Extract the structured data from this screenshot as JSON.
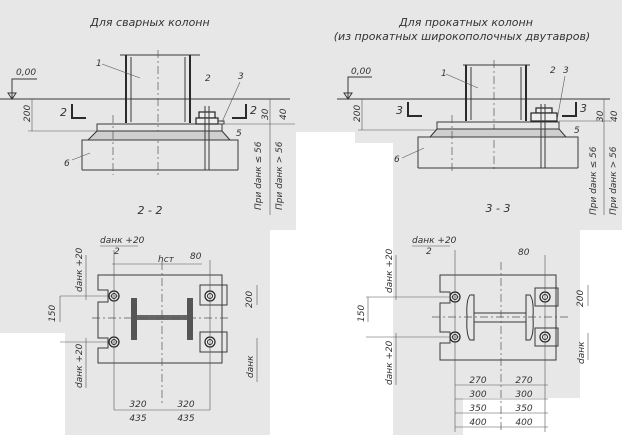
{
  "left": {
    "title": "Для сварных колонн",
    "section_label": "2 - 2",
    "elevation": "0,00",
    "dim_200": "200",
    "dim_30": "30",
    "dim_40": "40",
    "section_mark": "2",
    "note_le": "При dанк ≤ 56",
    "note_gt": "При dанк > 56",
    "callouts": [
      "1",
      "2",
      "3",
      "5",
      "6"
    ],
    "plan": {
      "d_half_num": "dанк +20",
      "d_half_den": "2",
      "hct": "hст",
      "dim_80": "80",
      "dim_200": "200",
      "dim_150": "150",
      "d20": "dанк +20",
      "d": "dанк",
      "dim_320": "320",
      "dim_435": "435"
    }
  },
  "right": {
    "title": "Для прокатных колонн",
    "subtitle": "(из прокатных широкополочных двутавров)",
    "section_label": "3 - 3",
    "elevation": "0,00",
    "dim_200": "200",
    "dim_30": "30",
    "dim_40": "40",
    "section_mark": "3",
    "note_le": "При dанк ≤ 56",
    "note_gt": "При dанк > 56",
    "callouts": [
      "1",
      "2",
      "3",
      "5",
      "6"
    ],
    "plan": {
      "d_half_num": "dанк +20",
      "d_half_den": "2",
      "dim_80": "80",
      "dim_200": "200",
      "dim_150": "150",
      "d20": "dанк +20",
      "d": "dанк",
      "table": [
        [
          "270",
          "270"
        ],
        [
          "300",
          "300"
        ],
        [
          "350",
          "350"
        ],
        [
          "400",
          "400"
        ]
      ]
    }
  }
}
